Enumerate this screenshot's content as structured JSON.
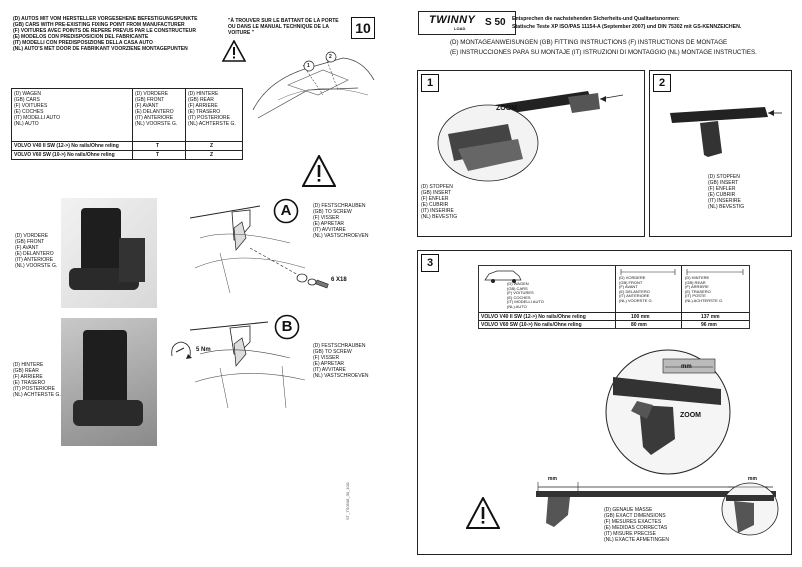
{
  "left_page": {
    "header_langs": [
      "(D) AUTOS MIT VOM HERSTELLER VORGESEHENE BEFESTIGUNGSPUNKTE",
      "(GB) CARS WITH PRE-EXISTING FIXING POINT FROM MANUFACTURER",
      "(F) VOITURES AVEC POINTS DE REPERE PREVUS PAR LE CONSTRUCTEUR",
      "(E) MODELOS CON PREDISPOSICION DEL FABRICANTE",
      "(IT) MODELLI CON PREDISPOSIZIONE DELLA CASA AUTO",
      "(NL) AUTO'S MET DOOR DE FABRIKANT VOORZIENE MONTAGEPUNTEN"
    ],
    "door_note": "\"À TROUVER SUR LE BATTANT DE LA PORTE OU DANS LE MANUAL TECHNIQUE DE LA VOITURE \"",
    "page_number": "10",
    "car_labels": [
      "1",
      "2"
    ],
    "vehicle_col": [
      "(D) WAGEN",
      "(GB) CARS",
      "(F) VOITURES",
      "(E) COCHES",
      "(IT) MODELLI AUTO",
      "(NL) AUTO"
    ],
    "front_col": [
      "(D) VORDERE",
      "(GB) FRONT",
      "(F) AVANT",
      "(E) DELANTERO",
      "(IT) ANTERIORE",
      "(NL) VOORSTE G."
    ],
    "rear_col": [
      "(D) HINTERE",
      "(GB) REAR",
      "(F) ARRIERE",
      "(E) TRASERO",
      "(IT) POSTERIORE",
      "(NL) ACHTERSTE G."
    ],
    "fit_rows": [
      {
        "model": "VOLVO V40 II SW (12->) No rails/Ohne reling",
        "front": "T",
        "rear": "Z"
      },
      {
        "model": "VOLVO V60 SW (10->) No rails/Ohne reling",
        "front": "T",
        "rear": "Z"
      }
    ],
    "front_label": [
      "(D) VORDERE",
      "(GB) FRONT",
      "(F) AVANT",
      "(E) DELANTERO",
      "(IT) ANTERIORE",
      "(NL) VOORSTE G."
    ],
    "rear_label": [
      "(D) HINTERE",
      "(GB) REAR",
      "(F) ARRIERE",
      "(E) TRASERO",
      "(IT) POSTERIORE",
      "(NL) ACHTERSTE G."
    ],
    "screw_label": [
      "(D) FESTSCHRAUBEN",
      "(GB) TO SCREW",
      "(F) VISSER",
      "(E) APRETAR",
      "(IT) AVVITARE",
      "(NL) VASTSCHROEVEN"
    ],
    "step_a": "A",
    "step_b": "B",
    "bolt_spec": "6 X18",
    "torque_spec": "5 Nm",
    "vertical_code": "ST_TS0508_30_10/1"
  },
  "right_page": {
    "brand_name": "TWINNY",
    "brand_load": "LOAD",
    "model_name": "S 50",
    "standards_line1": "Entsprechen die nachstehenden Sicherheits-und Qualitaetsnormen:",
    "standards_line2": "Statische Teste XP ISO/PAS 11154-A (September 2007) und DIN 75302 mit GS-KENNZEICHEN.",
    "instructions_line1": "(D) MONTAGEANWEISUNGEN  (GB) FITTING INSTRUCTIONS  (F) INSTRUCTIONS DE MONTAGE",
    "instructions_line2": "(E) INSTRUCCIONES PARA SU MONTAJE (IT) ISTRUZIONI DI MONTAGGIO (NL) MONTAGE INSTRUCTIES.",
    "step1": "1",
    "step2": "2",
    "step3": "3",
    "zoom_label": "ZOOM",
    "stopper_label": [
      "(D) STOPFEN",
      "(GB) INSERT",
      "(F) ENFLER",
      "(E) CUBRIR",
      "(IT) INSERIRE",
      "(NL) BEVESTIG"
    ],
    "dims_vehicle": [
      "(D) WAGEN",
      "(GB) CARS",
      "(F) VOITURES",
      "(E) COCHES",
      "(IT) MODELLI AUTO",
      "(NL) AUTO"
    ],
    "dims_front": [
      "(D) VORDERE",
      "(GB) FRONT",
      "(F) AVANT",
      "(E) DELANTERO",
      "(IT) ANTERIORE",
      "(NL) VOORSTE G."
    ],
    "dims_rear": [
      "(D) HINTERE",
      "(GB) REAR",
      "(F) ARRIERE",
      "(E) TRASERO",
      "(IT) POSTE",
      "(NL) ACHTERSTE G."
    ],
    "dims_rows": [
      {
        "model": "VOLVO V40 II SW (12->) No rails/Ohne reling",
        "front": "100 mm",
        "rear": "137 mm"
      },
      {
        "model": "VOLVO V60 SW (10->) No rails/Ohne reling",
        "front": "80 mm",
        "rear": "96 mm"
      }
    ],
    "mm_label": "mm",
    "zoom_label_2": "ZOOM",
    "exact_dims": [
      "(D) GENAUE MASSE",
      "(GB) EXACT DIMENSIONS",
      "(F) MESURES EXACTES",
      "(E) MEDIDAS CORRECTAS",
      "(IT) MISURE PRECISE",
      "(NL) EXACTE AFMETINGEN"
    ]
  }
}
